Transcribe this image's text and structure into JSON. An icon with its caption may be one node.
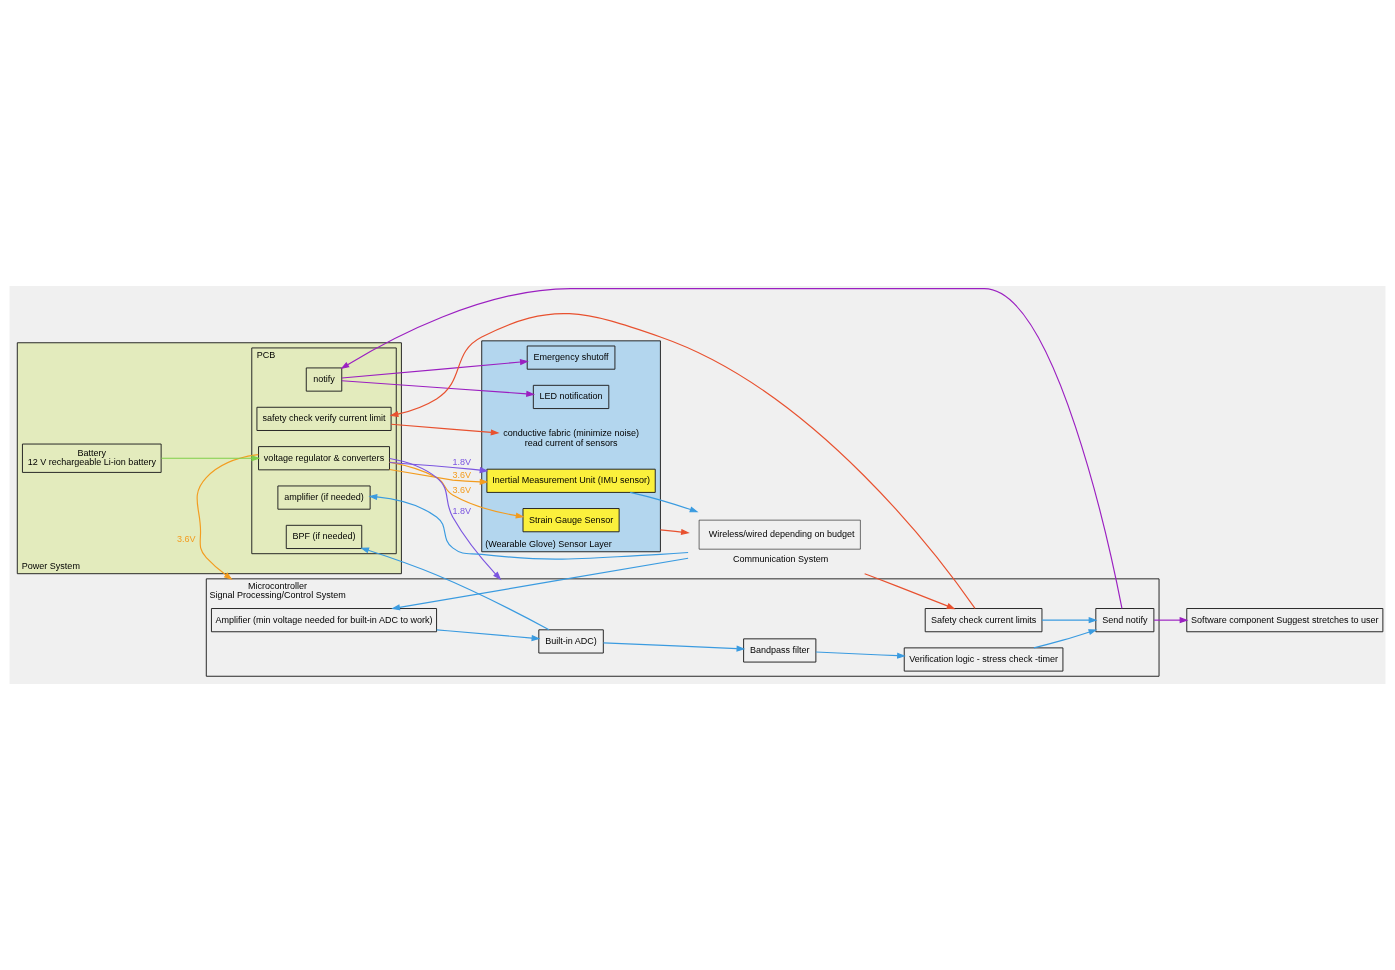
{
  "diagram": {
    "nodes": [
      {
        "text": [
          "(Wearable Glove) Sensor Layer"
        ]
      },
      {
        "text": [
          "Strain Gauge Sensor"
        ],
        "in": 0
      },
      {
        "text": [
          "Inertial Measurement Unit (IMU sensor)"
        ],
        "in": 0
      },
      {
        "text": [
          "conductive fabric (minimize noise)",
          "read current of sensors"
        ],
        "in": 0
      },
      {
        "text": [
          "Emergency shutoff"
        ],
        "in": 0
      },
      {
        "text": [
          "LED notification"
        ],
        "in": 0
      },
      {
        "text": [
          "Power System"
        ]
      },
      {
        "text": [
          "PCB"
        ],
        "in": 6
      },
      {
        "text": [
          "voltage regulator & converters"
        ],
        "in": 7
      },
      {
        "text": [
          "safety check verify current limit"
        ],
        "in": 7
      },
      {
        "text": [
          "amplifier (if needed)"
        ],
        "in": 7
      },
      {
        "text": [
          "BPF (if needed)"
        ],
        "in": 7
      },
      {
        "text": [
          "notify"
        ],
        "in": 7
      },
      {
        "text": [
          "Battery",
          "12 V rechargeable Li-ion battery"
        ],
        "in": 6
      },
      {
        "text": [
          "Wireless/wired depending on budget"
        ],
        "beside": [
          "Communication System"
        ]
      },
      {
        "text": [
          "Microcontroller",
          "Signal Processing/Control System"
        ]
      },
      {
        "text": [
          "Amplifier (min voltage needed for built-in ADC to work)"
        ],
        "in": 15
      },
      {
        "text": [
          "Built-in ADC)"
        ],
        "in": 15
      },
      {
        "text": [
          "Bandpass filter"
        ],
        "in": 15
      },
      {
        "text": [
          "Verification logic - stress check -timer"
        ],
        "in": 15
      },
      {
        "text": [
          "Safety check current limits"
        ],
        "in": 15
      },
      {
        "text": [
          "Send notify"
        ],
        "in": 15
      },
      {
        "text": [
          "Software component Suggest stretches to user"
        ]
      }
    ],
    "edges": [
      {
        "from": 8,
        "to": 1,
        "arrow": "to",
        "label": "3.6V",
        "color": "#f39c1f"
      },
      {
        "from": 8,
        "to": 2,
        "arrow": "to",
        "label": "3.6V",
        "color": "#f39c1f"
      },
      {
        "from": 8,
        "to": 2,
        "arrow": "to",
        "label": "1.8V",
        "color": "#7b55e0"
      },
      {
        "from": 8,
        "to": 15,
        "arrow": "to",
        "label": "3.6V",
        "color": "#f39c1f"
      },
      {
        "from": 8,
        "to": 15,
        "arrow": "to",
        "label": "1.8V",
        "color": "#7b55e0"
      },
      {
        "from": 13,
        "to": 8,
        "arrow": "to",
        "color": "#7fcf4a"
      },
      {
        "from": 9,
        "to": 3,
        "arrow": "to",
        "color": "#e8512f"
      },
      {
        "from": 0,
        "to": 14,
        "arrow": "to",
        "color": "#e8512f"
      },
      {
        "from": 2,
        "to": 14,
        "arrow": "to"
      },
      {
        "from": 14,
        "to": 16,
        "arrow": "to"
      },
      {
        "from": 14,
        "to": 10,
        "arrow": "to"
      },
      {
        "from": 14,
        "to": 20,
        "arrow": "to",
        "color": "#e8512f"
      },
      {
        "from": 16,
        "to": 17,
        "arrow": "to"
      },
      {
        "from": 17,
        "to": 18,
        "arrow": "to"
      },
      {
        "from": 17,
        "to": 11,
        "arrow": "to"
      },
      {
        "from": 18,
        "to": 19,
        "arrow": "to"
      },
      {
        "from": 19,
        "to": 21,
        "arrow": "to"
      },
      {
        "from": 20,
        "to": 21,
        "arrow": "to"
      },
      {
        "from": 20,
        "to": 9,
        "arrow": "to",
        "color": "#e8512f"
      },
      {
        "from": 21,
        "to": 12,
        "arrow": "to",
        "color": "#9b1fc1"
      },
      {
        "from": 21,
        "to": 22,
        "arrow": "to",
        "color": "#9b1fc1"
      },
      {
        "from": 12,
        "to": 4,
        "arrow": "to",
        "color": "#9b1fc1"
      },
      {
        "from": 12,
        "to": 5,
        "arrow": "to",
        "color": "#9b1fc1"
      }
    ]
  }
}
